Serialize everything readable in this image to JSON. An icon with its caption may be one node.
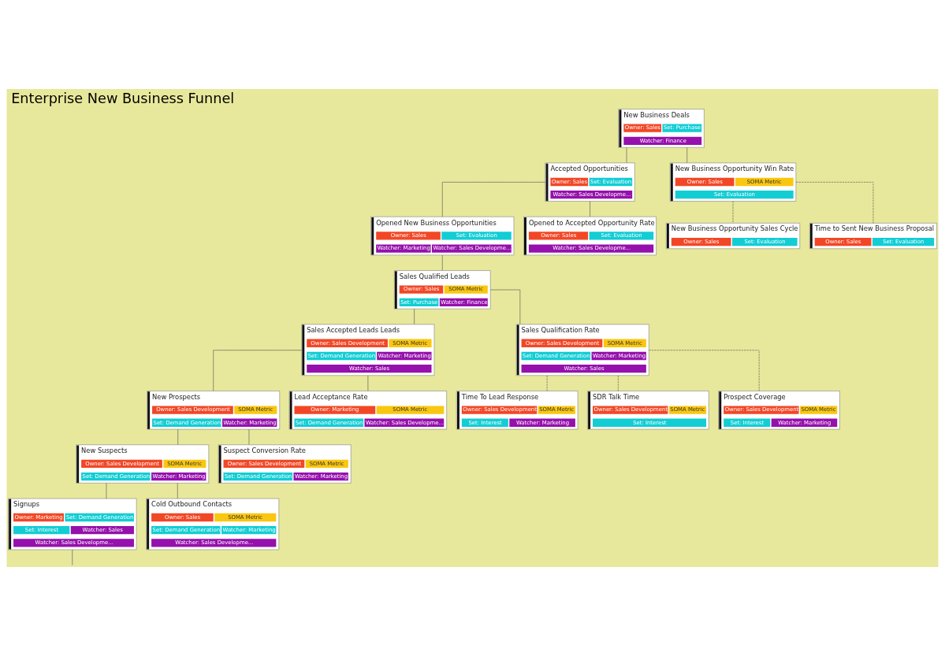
{
  "diagram": {
    "title": "Enterprise New Business Funnel",
    "nodes": [
      {
        "text": [
          "New Business Deals",
          "Owner: Sales",
          "Set: Purchase",
          "Watcher: Finance"
        ]
      },
      {
        "text": [
          "Accepted Opportunities",
          "Owner: Sales",
          "Set: Evaluation",
          "Watcher: Sales Developme..."
        ]
      },
      {
        "text": [
          "New Business Opportunity Win Rate",
          "Owner: Sales",
          "SOMA Metric",
          "Set: Evaluation"
        ]
      },
      {
        "text": [
          "Opened New Business Opportunities",
          "Owner: Sales",
          "Set: Evaluation",
          "Watcher: Marketing",
          "Watcher: Sales Developme..."
        ]
      },
      {
        "text": [
          "Opened to Accepted Opportunity Rate",
          "Owner: Sales",
          "Set: Evaluation",
          "Watcher: Sales Developme..."
        ]
      },
      {
        "text": [
          "New Business Opportunity Sales Cycle",
          "Owner: Sales",
          "Set: Evaluation"
        ]
      },
      {
        "text": [
          "Time to Sent New Business Proposal",
          "Owner: Sales",
          "Set: Evaluation"
        ]
      },
      {
        "text": [
          "Sales Qualified Leads",
          "Owner: Sales",
          "SOMA Metric",
          "Set: Purchase",
          "Watcher: Finance"
        ]
      },
      {
        "text": [
          "Sales Accepted Leads Leads",
          "Owner: Sales Development",
          "SOMA Metric",
          "Set: Demand Generation",
          "Watcher: Marketing",
          "Watcher: Sales"
        ]
      },
      {
        "text": [
          "Sales Qualification Rate",
          "Owner: Sales Development",
          "SOMA Metric",
          "Set: Demand Generation",
          "Watcher: Marketing",
          "Watcher: Sales"
        ]
      },
      {
        "text": [
          "New Prospects",
          "Owner: Sales Development",
          "SOMA Metric",
          "Set: Demand Generation",
          "Watcher: Marketing"
        ]
      },
      {
        "text": [
          "Lead Acceptance Rate",
          "Owner: Marketing",
          "SOMA Metric",
          "Set: Demand Generation",
          "Watcher: Sales Developme..."
        ]
      },
      {
        "text": [
          "Time To Lead Response",
          "Owner: Sales Development",
          "SOMA Metric",
          "Set: Interest",
          "Watcher: Marketing"
        ]
      },
      {
        "text": [
          "SDR Talk Time",
          "Owner: Sales Development",
          "SOMA Metric",
          "Set: Interest"
        ]
      },
      {
        "text": [
          "Prospect Coverage",
          "Owner: Sales Development",
          "SOMA Metric",
          "Set: Interest",
          "Watcher: Marketing"
        ]
      },
      {
        "text": [
          "New Suspects",
          "Owner: Sales Development",
          "SOMA Metric",
          "Set: Demand Generation",
          "Watcher: Marketing"
        ]
      },
      {
        "text": [
          "Suspect Conversion Rate",
          "Owner: Sales Development",
          "SOMA Metric",
          "Set: Demand Generation",
          "Watcher: Marketing"
        ]
      },
      {
        "text": [
          "Signups",
          "Owner: Marketing",
          "Set: Demand Generation",
          "Set: Interest",
          "Watcher: Sales",
          "Watcher: Sales Developme..."
        ]
      },
      {
        "text": [
          "Cold Outbound Contacts",
          "Owner: Sales",
          "SOMA Metric",
          "Set: Demand Generation",
          "Watcher: Marketing",
          "Watcher: Sales Developme..."
        ]
      }
    ],
    "edges": [
      {
        "from": 0,
        "to": 1,
        "arrow": "none"
      },
      {
        "from": 0,
        "to": 2,
        "arrow": "none"
      },
      {
        "from": 1,
        "to": 3,
        "arrow": "none"
      },
      {
        "from": 1,
        "to": 4,
        "arrow": "none"
      },
      {
        "from": 2,
        "to": 5,
        "arrow": "none",
        "style": "dashed"
      },
      {
        "from": 2,
        "to": 6,
        "arrow": "none",
        "style": "dashed"
      },
      {
        "from": 3,
        "to": 7,
        "arrow": "none"
      },
      {
        "from": 7,
        "to": 8,
        "arrow": "none"
      },
      {
        "from": 7,
        "to": 9,
        "arrow": "none"
      },
      {
        "from": 8,
        "to": 10,
        "arrow": "none"
      },
      {
        "from": 8,
        "to": 11,
        "arrow": "none"
      },
      {
        "from": 9,
        "to": 12,
        "arrow": "none",
        "style": "dashed"
      },
      {
        "from": 9,
        "to": 13,
        "arrow": "none",
        "style": "dashed"
      },
      {
        "from": 9,
        "to": 14,
        "arrow": "none",
        "style": "dashed"
      },
      {
        "from": 10,
        "to": 15,
        "arrow": "none"
      },
      {
        "from": 10,
        "to": 16,
        "arrow": "none"
      },
      {
        "from": 15,
        "to": 17,
        "arrow": "none"
      },
      {
        "from": 15,
        "to": 18,
        "arrow": "none"
      },
      {
        "from": 17,
        "to": null,
        "arrow": "none"
      }
    ]
  }
}
